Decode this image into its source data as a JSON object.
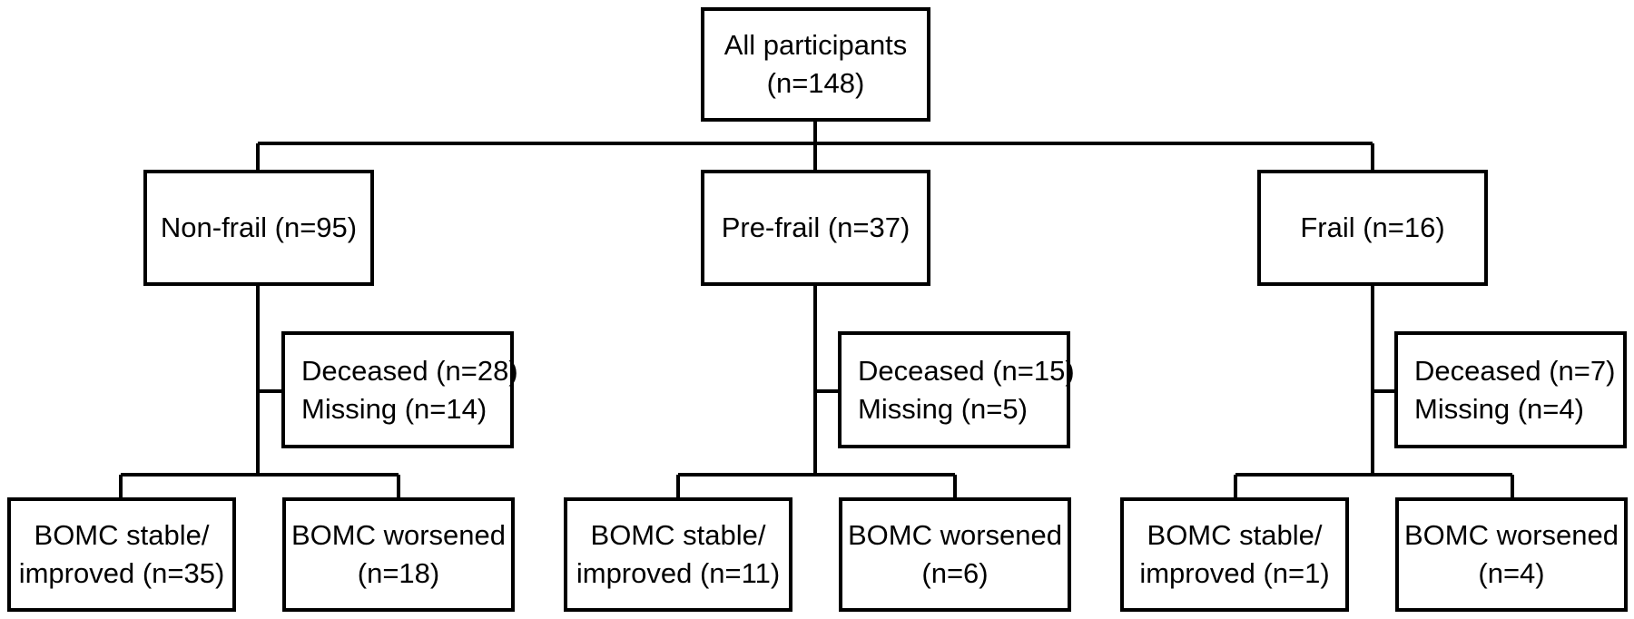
{
  "root": {
    "line1": "All participants",
    "line2": "(n=148)"
  },
  "groups": [
    {
      "label": "Non-frail (n=95)",
      "excluded": {
        "deceased": "Deceased (n=28)",
        "missing": "Missing (n=14)"
      },
      "stable": {
        "line1": "BOMC stable/",
        "line2": "improved (n=35)"
      },
      "worsened": {
        "line1": "BOMC worsened",
        "line2": "(n=18)"
      }
    },
    {
      "label": "Pre-frail (n=37)",
      "excluded": {
        "deceased": "Deceased (n=15)",
        "missing": "Missing (n=5)"
      },
      "stable": {
        "line1": "BOMC stable/",
        "line2": "improved (n=11)"
      },
      "worsened": {
        "line1": "BOMC worsened",
        "line2": "(n=6)"
      }
    },
    {
      "label": "Frail (n=16)",
      "excluded": {
        "deceased": "Deceased (n=7)",
        "missing": "Missing (n=4)"
      },
      "stable": {
        "line1": "BOMC stable/",
        "line2": "improved (n=1)"
      },
      "worsened": {
        "line1": "BOMC worsened",
        "line2": "(n=4)"
      }
    }
  ]
}
